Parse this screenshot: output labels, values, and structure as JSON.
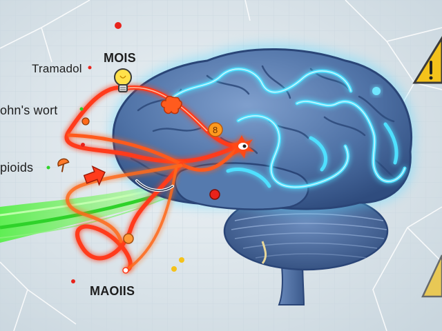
{
  "labels": {
    "tramadol": "Tramadol",
    "maois_top": "MOIS",
    "st_johns_wort": "ohn's wort",
    "opioids": "pioids",
    "maois_bottom": "MAOIIS"
  },
  "colors": {
    "background": "#dfe8ee",
    "grid": "#c7d4de",
    "brain_fill": "#4f72a6",
    "brain_dark": "#2e4c7c",
    "neon_glow": "#4fd8ff",
    "red_path": "#ff3b1c",
    "orange_path": "#ff6a1a",
    "green_stream": "#48e63a",
    "warning": "#f4c21b"
  },
  "icons": [
    "lightbulb-icon",
    "warning-sign-icon",
    "explosion-icon",
    "pill-icon",
    "arrow-icon"
  ]
}
